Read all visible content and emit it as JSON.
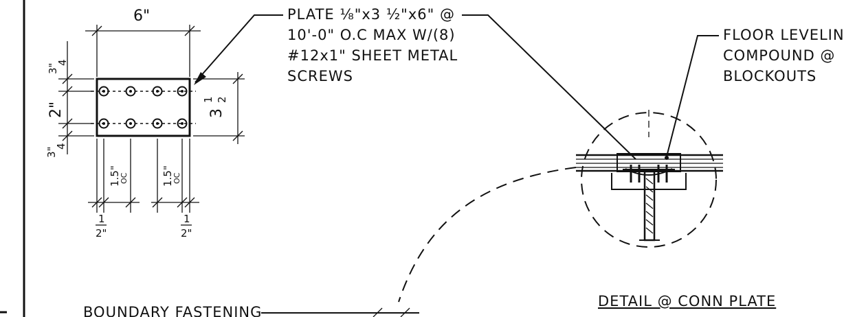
{
  "plate_dims": {
    "width": "6\"",
    "edge_top": "3\"",
    "edge_top_frac": "4",
    "spacing": "2\"",
    "edge_bottom": "3\"",
    "edge_bottom_frac": "4",
    "height_whole": "3",
    "height_frac_num": "1",
    "height_frac_den": "2",
    "screw_space_a": "1.5\"",
    "screw_space_a_sub": "OC",
    "screw_space_b": "1.5\"",
    "screw_space_b_sub": "OC",
    "edge_left_num": "1",
    "edge_left_den": "2\"",
    "edge_right_num": "1",
    "edge_right_den": "2\""
  },
  "plate_note": {
    "line1": "PLATE ⅛\"x3 ½\"x6\" @",
    "line2": "10'-0\" O.C MAX W/(8)",
    "line3": "#12x1\" SHEET METAL",
    "line4": "SCREWS"
  },
  "floor_note": {
    "line1": "FLOOR LEVELIN",
    "line2": "COMPOUND @",
    "line3": "BLOCKOUTS"
  },
  "detail_title": "DETAIL @ CONN PLATE",
  "boundary_note": "BOUNDARY FASTENING"
}
